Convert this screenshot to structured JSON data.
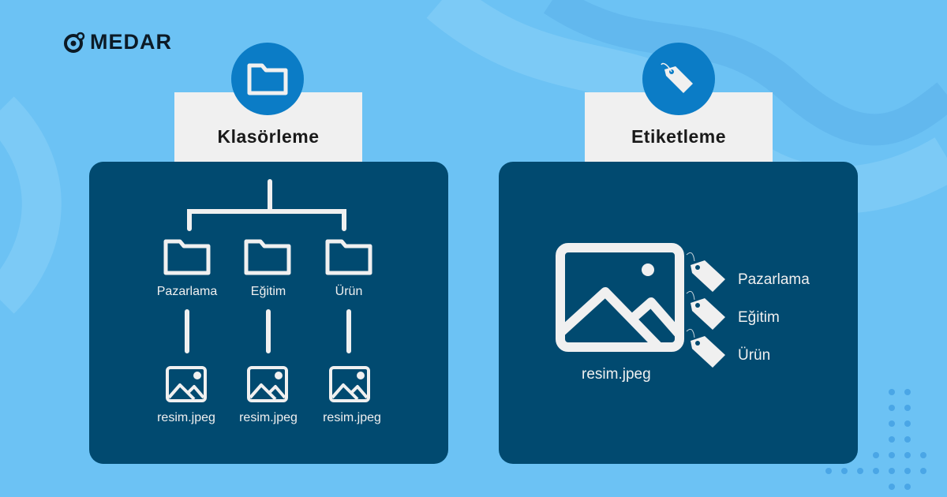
{
  "brand": {
    "name": "MEDAR"
  },
  "colors": {
    "background": "#6cc2f4",
    "panel": "#014a70",
    "accent": "#0b7cc6",
    "card": "#f0f0f0"
  },
  "left": {
    "title": "Klasörleme",
    "icon": "folder-icon",
    "folders": [
      {
        "label": "Pazarlama",
        "file": "resim.jpeg"
      },
      {
        "label": "Eğitim",
        "file": "resim.jpeg"
      },
      {
        "label": "Ürün",
        "file": "resim.jpeg"
      }
    ]
  },
  "right": {
    "title": "Etiketleme",
    "icon": "tag-icon",
    "file": "resim.jpeg",
    "tags": [
      "Pazarlama",
      "Eğitim",
      "Ürün"
    ]
  }
}
